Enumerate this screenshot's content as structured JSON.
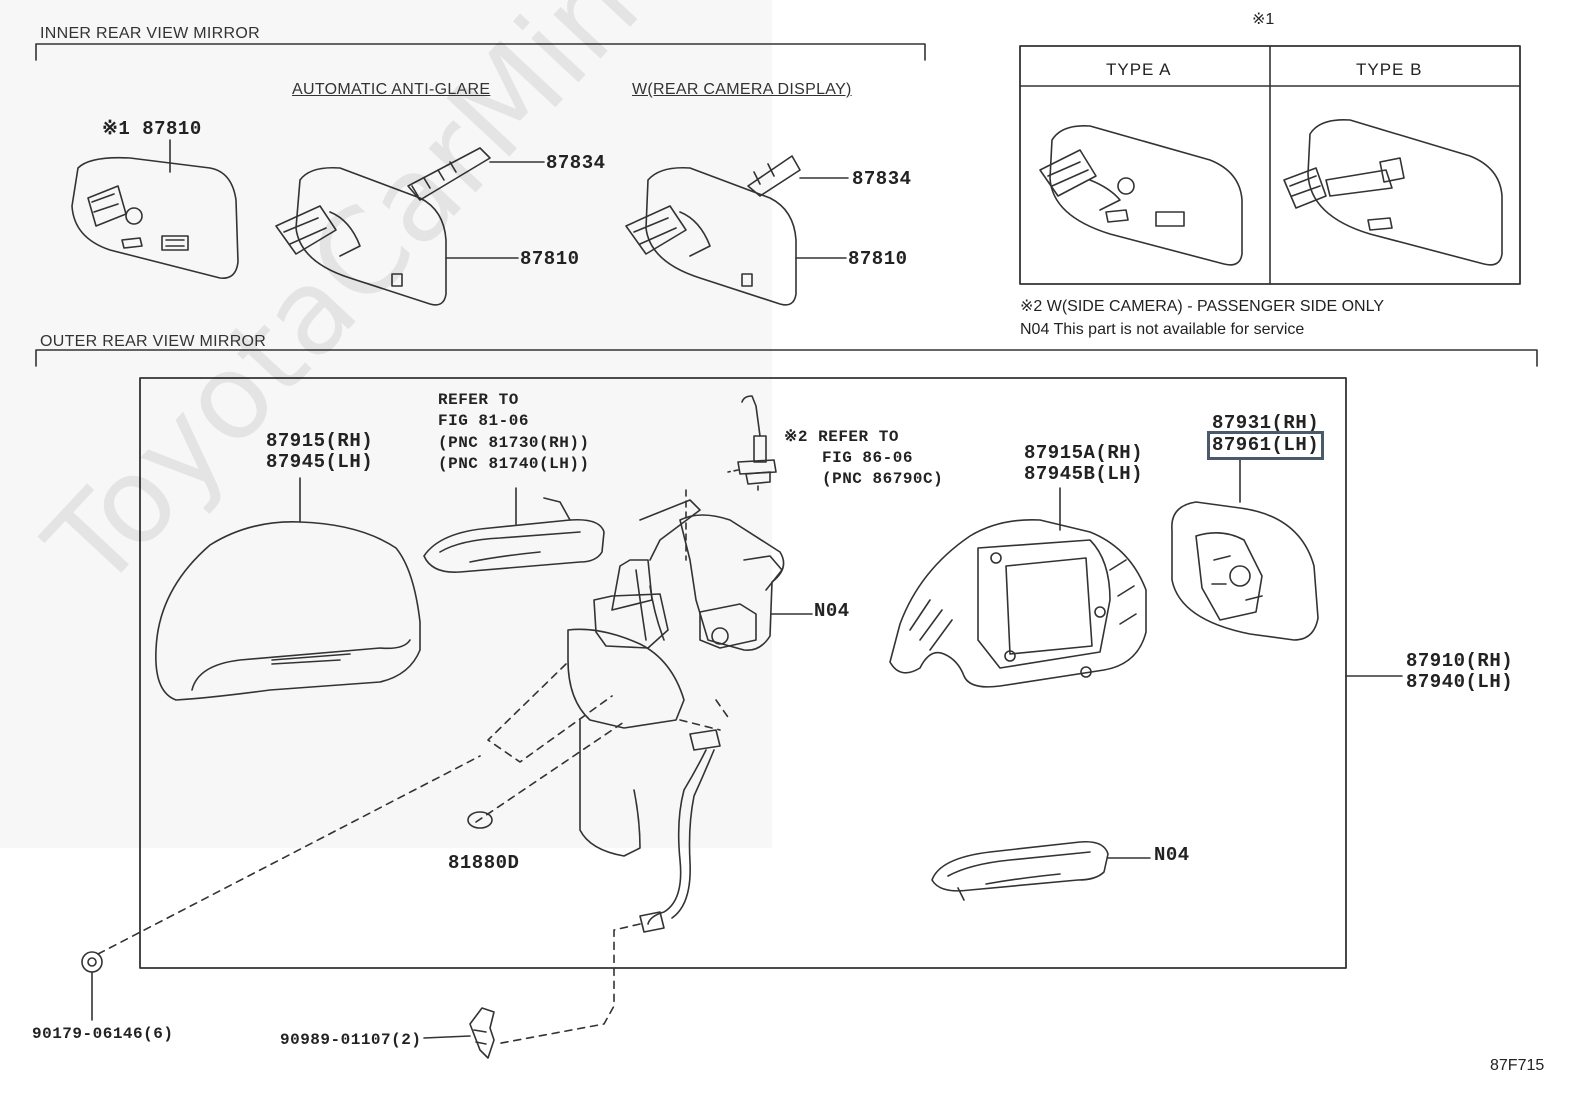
{
  "sections": {
    "inner": "INNER REAR VIEW MIRROR",
    "outer": "OUTER REAR VIEW MIRROR"
  },
  "subheadings": {
    "auto_anti_glare": "AUTOMATIC ANTI-GLARE",
    "rear_camera": "W(REAR CAMERA DISPLAY)"
  },
  "type_table": {
    "marker": "※1",
    "type_a": "TYPE  A",
    "type_b": "TYPE  B"
  },
  "notes": {
    "side_camera": "※2 W(SIDE CAMERA) - PASSENGER SIDE ONLY",
    "n04": "N04 This part is not available for service"
  },
  "parts": {
    "p87810_a": "※1 87810",
    "p87834_a": "87834",
    "p87810_b": "87810",
    "p87834_b": "87834",
    "p87810_c": "87810",
    "p87915": "87915(RH)",
    "p87945": "87945(LH)",
    "ref_line1": "REFER TO",
    "ref_line2": "FIG 81-06",
    "ref_line3": "(PNC 81730(RH))",
    "ref_line4": "(PNC 81740(LH))",
    "ref2_line1": "※2 REFER TO",
    "ref2_line2": "FIG 86-06",
    "ref2_line3": "(PNC 86790C)",
    "n04_a": "N04",
    "n04_b": "N04",
    "p87915a": "87915A(RH)",
    "p87945b": "87945B(LH)",
    "p87931": "87931(RH)",
    "p87961": "87961(LH)",
    "p87910": "87910(RH)",
    "p87940": "87940(LH)",
    "p81880d": "81880D",
    "p90179": "90179-06146(6)",
    "p90989": "90989-01107(2)"
  },
  "figure_code": "87F715",
  "watermark": "ToyotaCarMine.ru",
  "colors": {
    "line": "#333333",
    "highlight": "#4a5a6a",
    "panel": "#f7f7f7"
  }
}
